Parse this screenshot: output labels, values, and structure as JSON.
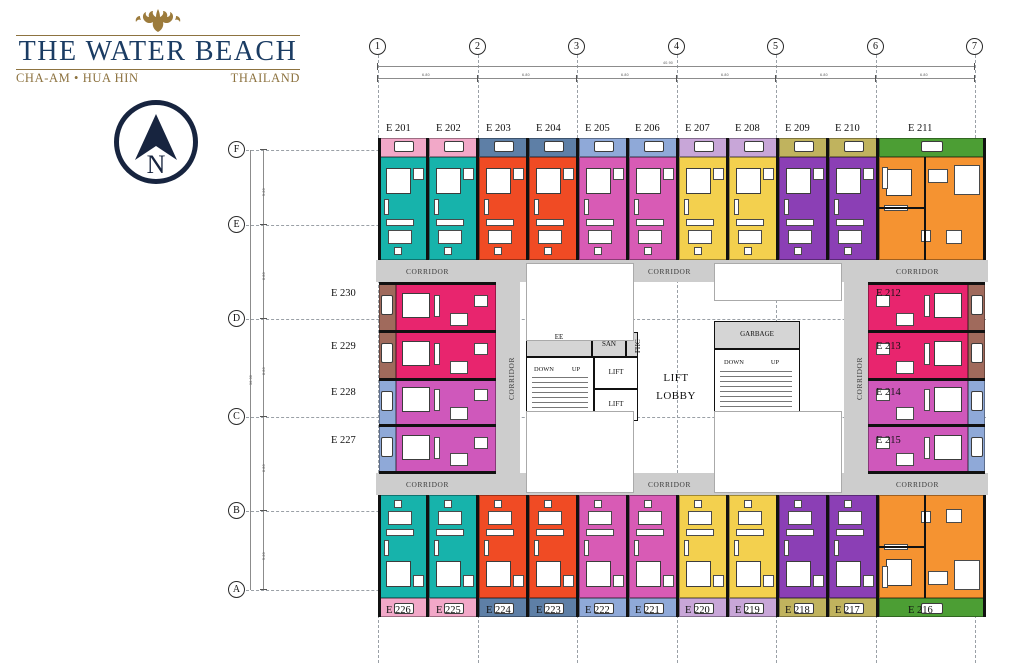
{
  "brand": {
    "title": "THE WATER BEACH",
    "subtitle_left": "CHA-AM • HUA HIN",
    "subtitle_right": "THAILAND",
    "crest_icon": "ornamental-crest-icon"
  },
  "north_arrow": {
    "label": "N",
    "icon": "north-arrow-icon"
  },
  "plan": {
    "type": "floor-plan",
    "grid_columns": [
      "1",
      "2",
      "3",
      "4",
      "5",
      "6",
      "7"
    ],
    "grid_rows": [
      "F",
      "E",
      "D",
      "C",
      "B",
      "A"
    ],
    "overall_horizontal_dimension": "40.90",
    "overall_vertical_dimension": "36.00",
    "horizontal_bay_dimensions": [
      "6.80",
      "6.80",
      "6.80",
      "6.80",
      "6.80",
      "6.80"
    ],
    "vertical_bay_dimensions": [
      "5.20",
      "8.80",
      "8.80",
      "8.80",
      "5.20"
    ],
    "corridor_label": "CORRIDOR",
    "core": {
      "ee_label": "EE",
      "san_label": "SAN",
      "fhc_label": "FHC",
      "garbage_label": "GARBAGE",
      "lift_label": "LIFT",
      "lift_lobby_line1": "LIFT",
      "lift_lobby_line2": "LOBBY",
      "stair_down_label": "DOWN",
      "stair_up_label": "UP"
    },
    "colors": {
      "teal": "#17b3ab",
      "orange_red": "#f04b24",
      "magenta": "#d85bb5",
      "yellow": "#f3d04e",
      "purple": "#8b3fb5",
      "orange": "#f59331",
      "crimson": "#e8256e",
      "violet_pink": "#cf58bb",
      "balcony_pink": "#f2a8c8",
      "balcony_slate": "#5e7fa6",
      "balcony_lightblue": "#8fa9d8",
      "balcony_lilac": "#c8a6d8",
      "balcony_khaki": "#c0b35e",
      "balcony_green": "#4c9e34",
      "balcony_brown": "#a06a5c",
      "corridor_grey": "#cdcdcd"
    },
    "units_top": [
      {
        "id": "E 201",
        "color": "teal",
        "balcony": "balcony_pink"
      },
      {
        "id": "E 202",
        "color": "teal",
        "balcony": "balcony_pink"
      },
      {
        "id": "E 203",
        "color": "orange_red",
        "balcony": "balcony_slate"
      },
      {
        "id": "E 204",
        "color": "orange_red",
        "balcony": "balcony_slate"
      },
      {
        "id": "E 205",
        "color": "magenta",
        "balcony": "balcony_lightblue"
      },
      {
        "id": "E 206",
        "color": "magenta",
        "balcony": "balcony_lightblue"
      },
      {
        "id": "E 207",
        "color": "yellow",
        "balcony": "balcony_lilac"
      },
      {
        "id": "E 208",
        "color": "yellow",
        "balcony": "balcony_lilac"
      },
      {
        "id": "E 209",
        "color": "purple",
        "balcony": "balcony_khaki"
      },
      {
        "id": "E 210",
        "color": "purple",
        "balcony": "balcony_khaki"
      },
      {
        "id": "E 211",
        "color": "orange",
        "balcony": "balcony_green"
      }
    ],
    "units_right": [
      {
        "id": "E 212",
        "color": "crimson",
        "balcony": "balcony_brown"
      },
      {
        "id": "E 213",
        "color": "crimson",
        "balcony": "balcony_brown"
      },
      {
        "id": "E 214",
        "color": "violet_pink",
        "balcony": "balcony_lightblue"
      },
      {
        "id": "E 215",
        "color": "violet_pink",
        "balcony": "balcony_lightblue"
      }
    ],
    "units_bottom": [
      {
        "id": "E 226",
        "color": "teal",
        "balcony": "balcony_pink"
      },
      {
        "id": "E 225",
        "color": "teal",
        "balcony": "balcony_pink"
      },
      {
        "id": "E 224",
        "color": "orange_red",
        "balcony": "balcony_slate"
      },
      {
        "id": "E 223",
        "color": "orange_red",
        "balcony": "balcony_slate"
      },
      {
        "id": "E 222",
        "color": "magenta",
        "balcony": "balcony_lightblue"
      },
      {
        "id": "E 221",
        "color": "magenta",
        "balcony": "balcony_lightblue"
      },
      {
        "id": "E 220",
        "color": "yellow",
        "balcony": "balcony_lilac"
      },
      {
        "id": "E 219",
        "color": "yellow",
        "balcony": "balcony_lilac"
      },
      {
        "id": "E 218",
        "color": "purple",
        "balcony": "balcony_khaki"
      },
      {
        "id": "E 217",
        "color": "purple",
        "balcony": "balcony_khaki"
      },
      {
        "id": "E 216",
        "color": "orange",
        "balcony": "balcony_green"
      }
    ],
    "units_left": [
      {
        "id": "E 230",
        "color": "crimson",
        "balcony": "balcony_brown"
      },
      {
        "id": "E 229",
        "color": "crimson",
        "balcony": "balcony_brown"
      },
      {
        "id": "E 228",
        "color": "violet_pink",
        "balcony": "balcony_lightblue"
      },
      {
        "id": "E 227",
        "color": "violet_pink",
        "balcony": "balcony_lightblue"
      }
    ]
  }
}
